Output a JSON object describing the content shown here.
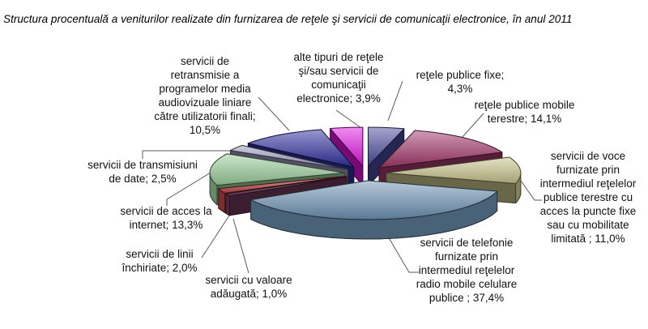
{
  "page": {
    "background": "#FFFFFF"
  },
  "title": "Structura procentuală a veniturilor realizate din furnizarea de reţele şi servicii de comunicaţii electronice, în anul 2011",
  "chart_data": {
    "type": "pie",
    "style": "3d-exploded",
    "title": "Structura procentuală a veniturilor realizate din furnizarea de reţele şi servicii de comunicaţii electronice, în anul 2011",
    "unit": "%",
    "decimal_style": "comma",
    "total": 100,
    "start_angle_deg": 0,
    "direction": "clockwise",
    "legend": "none",
    "slices": [
      {
        "name": "retele-publice-fixe",
        "label_full": "reţele publice fixe;\n4,3%",
        "value": 4.3,
        "color": "#4A4A9E"
      },
      {
        "name": "retele-publice-mobile-terestre",
        "label_full": "reţele publice mobile\nterestre; 14,1%",
        "value": 14.1,
        "color": "#A3376A"
      },
      {
        "name": "servicii-voce-retele-fixe",
        "label_full": "servicii de voce\nfurnizate prin\nintermediul reţelelor\npublice terestre cu\nacces la puncte fixe\nsau cu mobilitate\nlimitată ; 11,0%",
        "value": 11.0,
        "color": "#C9C48C"
      },
      {
        "name": "servicii-telefonie-mobila",
        "label_full": "servicii de telefonie\nfurnizate prin\nintermediul reţelelor\nradio mobile celulare\npublice ; 37,4%",
        "value": 37.4,
        "color": "#6E94B4"
      },
      {
        "name": "servicii-valoare-adaugata",
        "label_full": "servicii cu valoare\nadăugată; 1,0%",
        "value": 1.0,
        "color": "#74395E"
      },
      {
        "name": "servicii-linii-inchiriate",
        "label_full": "servicii de linii\nînchiriate; 2,0%",
        "value": 2.0,
        "color": "#BC4646"
      },
      {
        "name": "servicii-acces-internet",
        "label_full": "servicii de acces la\ninternet; 13,3%",
        "value": 13.3,
        "color": "#9CCF9C"
      },
      {
        "name": "servicii-transmisiuni-date",
        "label_full": "servicii de transmisiuni\nde date; 2,5%",
        "value": 2.5,
        "color": "#9C9CBE"
      },
      {
        "name": "servicii-retransmisie-audiovizual",
        "label_full": "servicii de\nretransmisie a\nprogramelor media\naudiovizuale liniare\ncătre utilizatorii finali;\n10,5%",
        "value": 10.5,
        "color": "#2F2FA0"
      },
      {
        "name": "alte-tipuri-retele-servicii",
        "label_full": "alte tipuri de reţele\nşi/sau servicii de\ncomunicaţii\nelectronice; 3,9%",
        "value": 3.9,
        "color": "#E216E2"
      }
    ]
  }
}
